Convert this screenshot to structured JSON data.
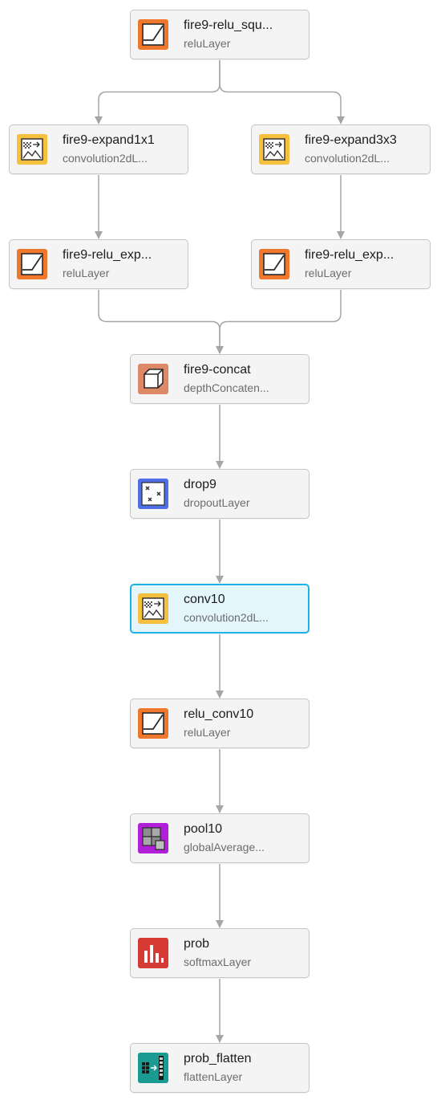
{
  "colors": {
    "relu": "#f0782d",
    "conv": "#f6bf3e",
    "concat": "#dd8866",
    "dropout": "#4f6fe6",
    "pool": "#b21fd9",
    "softmax": "#d63a34",
    "flatten": "#1a9a90",
    "selected_border": "#1fb2e8",
    "edge": "#a6a6a6"
  },
  "layers": [
    {
      "id": "fire9-relu_squeeze",
      "name": "fire9-relu_squ...",
      "type": "reluLayer",
      "icon": "relu-icon",
      "selected": false
    },
    {
      "id": "fire9-expand1x1",
      "name": "fire9-expand1x1",
      "type": "convolution2dL...",
      "icon": "convolution-icon",
      "selected": false
    },
    {
      "id": "fire9-expand3x3",
      "name": "fire9-expand3x3",
      "type": "convolution2dL...",
      "icon": "convolution-icon",
      "selected": false
    },
    {
      "id": "fire9-relu_expand1x1",
      "name": "fire9-relu_exp...",
      "type": "reluLayer",
      "icon": "relu-icon",
      "selected": false
    },
    {
      "id": "fire9-relu_expand3x3",
      "name": "fire9-relu_exp...",
      "type": "reluLayer",
      "icon": "relu-icon",
      "selected": false
    },
    {
      "id": "fire9-concat",
      "name": "fire9-concat",
      "type": "depthConcaten...",
      "icon": "depth-concatenation-icon",
      "selected": false
    },
    {
      "id": "drop9",
      "name": "drop9",
      "type": "dropoutLayer",
      "icon": "dropout-icon",
      "selected": false
    },
    {
      "id": "conv10",
      "name": "conv10",
      "type": "convolution2dL...",
      "icon": "convolution-icon",
      "selected": true
    },
    {
      "id": "relu_conv10",
      "name": "relu_conv10",
      "type": "reluLayer",
      "icon": "relu-icon",
      "selected": false
    },
    {
      "id": "pool10",
      "name": "pool10",
      "type": "globalAverage...",
      "icon": "global-average-pooling-icon",
      "selected": false
    },
    {
      "id": "prob",
      "name": "prob",
      "type": "softmaxLayer",
      "icon": "softmax-icon",
      "selected": false
    },
    {
      "id": "prob_flatten",
      "name": "prob_flatten",
      "type": "flattenLayer",
      "icon": "flatten-icon",
      "selected": false
    }
  ],
  "connections": [
    [
      "fire9-relu_squeeze",
      "fire9-expand1x1"
    ],
    [
      "fire9-relu_squeeze",
      "fire9-expand3x3"
    ],
    [
      "fire9-expand1x1",
      "fire9-relu_expand1x1"
    ],
    [
      "fire9-expand3x3",
      "fire9-relu_expand3x3"
    ],
    [
      "fire9-relu_expand1x1",
      "fire9-concat"
    ],
    [
      "fire9-relu_expand3x3",
      "fire9-concat"
    ],
    [
      "fire9-concat",
      "drop9"
    ],
    [
      "drop9",
      "conv10"
    ],
    [
      "conv10",
      "relu_conv10"
    ],
    [
      "relu_conv10",
      "pool10"
    ],
    [
      "pool10",
      "prob"
    ],
    [
      "prob",
      "prob_flatten"
    ]
  ]
}
